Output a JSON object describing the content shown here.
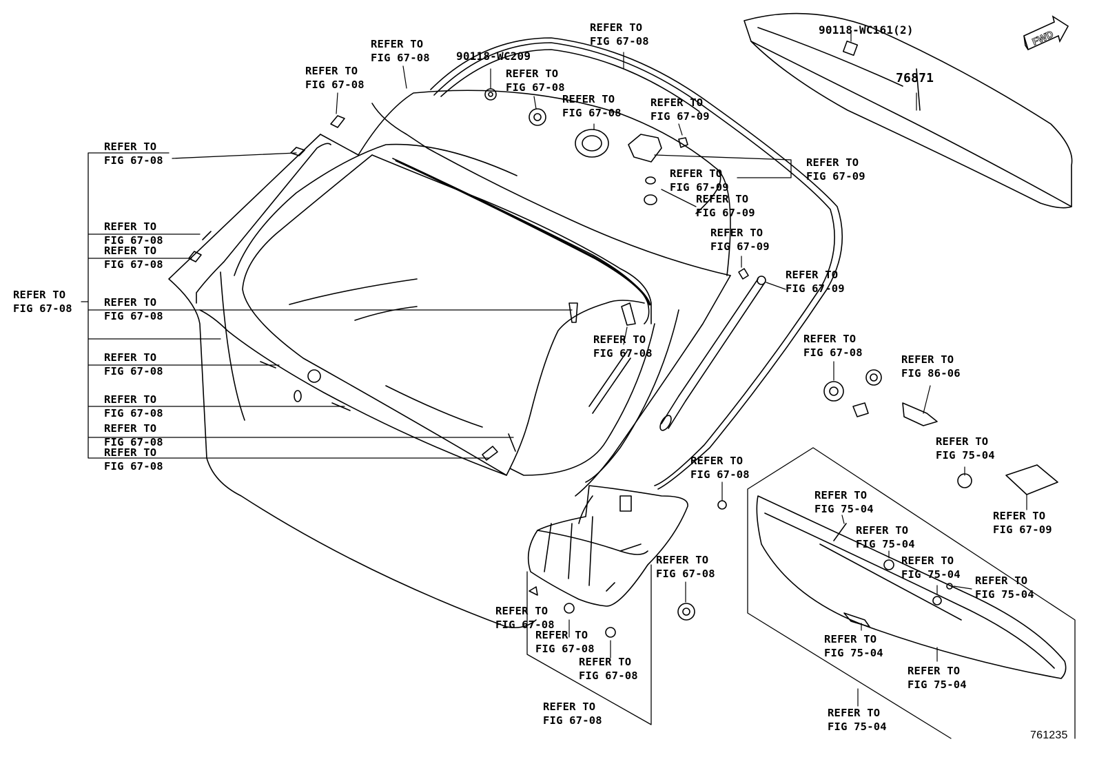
{
  "diagram_id": "761235",
  "fwd_label": "FWD",
  "ref_line1": "REFER TO",
  "part_numbers": {
    "spoiler": "76871",
    "clip_pair": "90118-WC161(2)",
    "grommet": "90118-WC209"
  },
  "callouts": [
    {
      "line1": "REFER TO",
      "line2": "FIG 67-08"
    },
    {
      "line1": "REFER TO",
      "line2": "FIG 67-08"
    },
    {
      "line1": "REFER TO",
      "line2": "FIG 67-08"
    },
    {
      "line1": "REFER TO",
      "line2": "FIG 67-08"
    },
    {
      "line1": "REFER TO",
      "line2": "FIG 67-08"
    },
    {
      "line1": "REFER TO",
      "line2": "FIG 67-08"
    },
    {
      "line1": "REFER TO",
      "line2": "FIG 67-09"
    },
    {
      "line1": "REFER TO",
      "line2": "FIG 67-09"
    },
    {
      "line1": "REFER TO",
      "line2": "FIG 67-09"
    },
    {
      "line1": "REFER TO",
      "line2": "FIG 67-09"
    },
    {
      "line1": "REFER TO",
      "line2": "FIG 67-09"
    },
    {
      "line1": "REFER TO",
      "line2": "FIG 67-09"
    },
    {
      "line1": "REFER TO",
      "line2": "FIG 67-08"
    },
    {
      "line1": "REFER TO",
      "line2": "FIG 67-08"
    },
    {
      "line1": "REFER TO",
      "line2": "FIG 67-08"
    },
    {
      "line1": "REFER TO",
      "line2": "FIG 67-08"
    },
    {
      "line1": "REFER TO",
      "line2": "FIG 67-08"
    },
    {
      "line1": "REFER TO",
      "line2": "FIG 67-08"
    },
    {
      "line1": "REFER TO",
      "line2": "FIG 67-08"
    },
    {
      "line1": "REFER TO",
      "line2": "FIG 67-08"
    },
    {
      "line1": "REFER TO",
      "line2": "FIG 67-08"
    },
    {
      "line1": "REFER TO",
      "line2": "FIG 67-08"
    },
    {
      "line1": "REFER TO",
      "line2": "FIG 67-08"
    },
    {
      "line1": "REFER TO",
      "line2": "FIG 86-06"
    },
    {
      "line1": "REFER TO",
      "line2": "FIG 75-04"
    },
    {
      "line1": "REFER TO",
      "line2": "FIG 67-09"
    },
    {
      "line1": "REFER TO",
      "line2": "FIG 75-04"
    },
    {
      "line1": "REFER TO",
      "line2": "FIG 75-04"
    },
    {
      "line1": "REFER TO",
      "line2": "FIG 75-04"
    },
    {
      "line1": "REFER TO",
      "line2": "FIG 75-04"
    },
    {
      "line1": "REFER TO",
      "line2": "FIG 75-04"
    },
    {
      "line1": "REFER TO",
      "line2": "FIG 75-04"
    },
    {
      "line1": "REFER TO",
      "line2": "FIG 75-04"
    },
    {
      "line1": "REFER TO",
      "line2": "FIG 67-08"
    },
    {
      "line1": "REFER TO",
      "line2": "FIG 67-08"
    },
    {
      "line1": "REFER TO",
      "line2": "FIG 67-08"
    },
    {
      "line1": "REFER TO",
      "line2": "FIG 67-08"
    },
    {
      "line1": "REFER TO",
      "line2": "FIG 67-08"
    }
  ]
}
